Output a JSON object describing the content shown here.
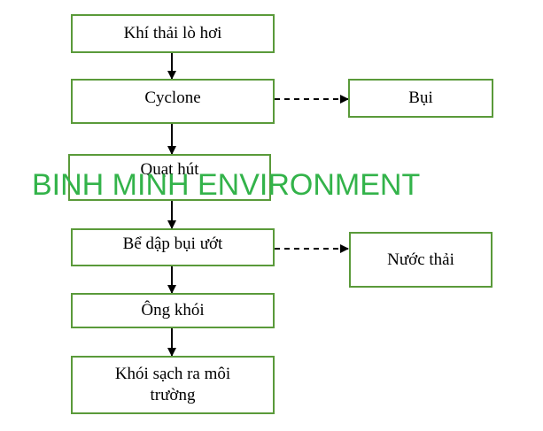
{
  "nodes": {
    "khi_thai": "Khí thải lò hơi",
    "cyclone": "Cyclone",
    "bui": "Bụi",
    "quat_hut": "Quạt hút",
    "be_dap_bui": "Bể dập bụi ướt",
    "nuoc_thai": "Nước thải",
    "ong_khoi": "Ông khói",
    "khoi_sach": "Khói sạch ra môi trường"
  },
  "watermark": "BINH MINH ENVIRONMENT",
  "colors": {
    "border": "#5a9a3a",
    "watermark": "#33b34a",
    "arrow": "#000000"
  }
}
